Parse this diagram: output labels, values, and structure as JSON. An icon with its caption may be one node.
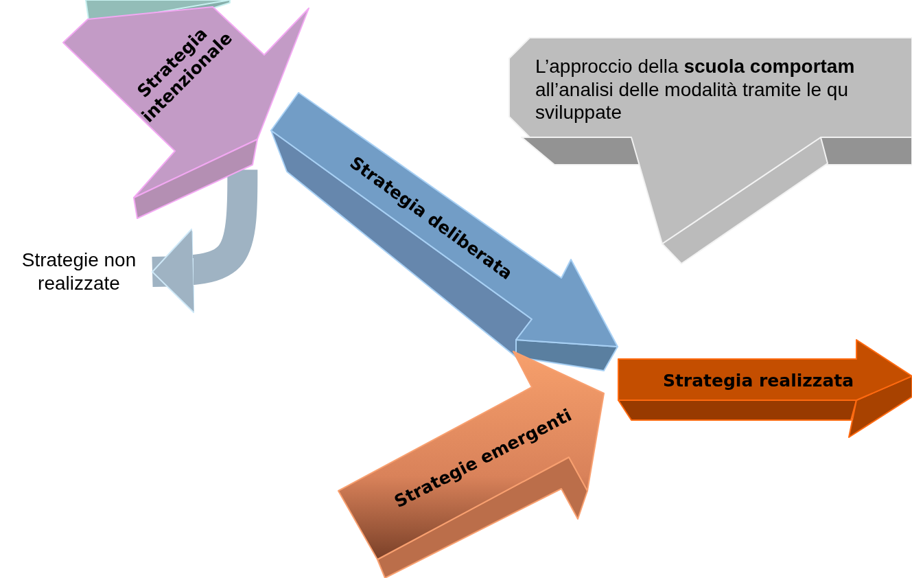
{
  "diagram": {
    "nodes": [
      {
        "text": [],
        "shape": "arrow"
      },
      {
        "text": [
          "Strategia intenzionale"
        ]
      },
      {
        "text": [
          "Strategie non realizzate"
        ]
      },
      {
        "text": [
          "Strategia deliberata"
        ]
      },
      {
        "text": [
          "L’approccio della **scuola comportam** all’analisi delle modalità tramite le qu sviluppate"
        ]
      },
      {
        "text": [
          "Strategie emergenti"
        ]
      },
      {
        "text": [
          "Strategia realizzata"
        ]
      }
    ],
    "edges": [
      {
        "from": 1,
        "to": 2,
        "arrow": "to"
      }
    ]
  }
}
